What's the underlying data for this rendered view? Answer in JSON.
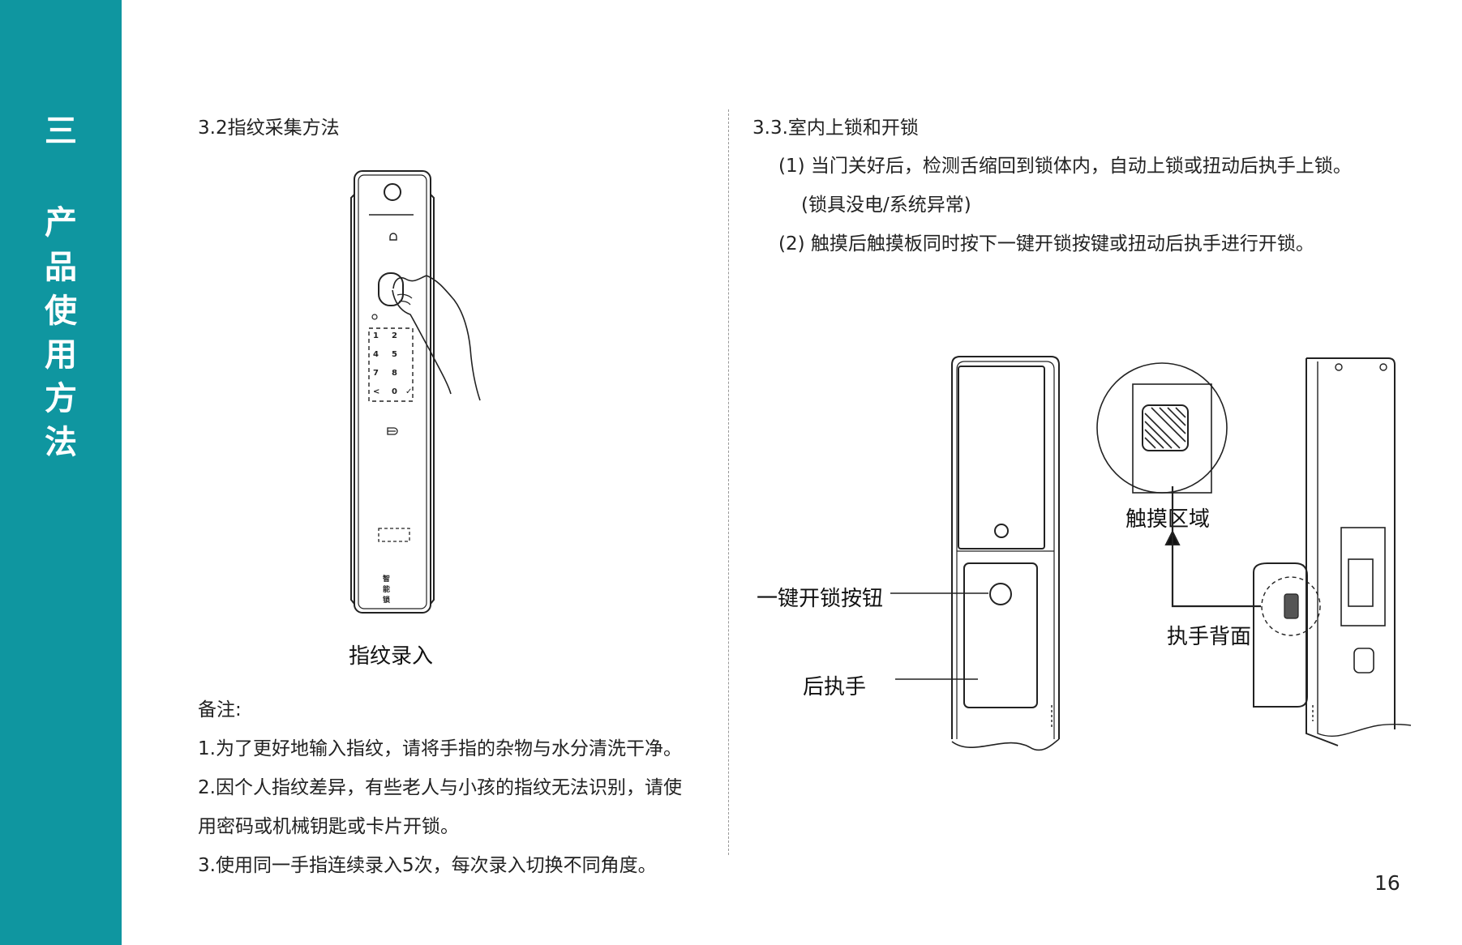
{
  "sidebar": {
    "title_chars": [
      "三",
      "产",
      "品",
      "使",
      "用",
      "方",
      "法"
    ],
    "color": "#0f96a0"
  },
  "left": {
    "heading": "3.2指纹采集方法",
    "figure_caption": "指纹录入",
    "keypad_keys": [
      "1",
      "2",
      "4",
      "5",
      "7",
      "8",
      "<",
      "0",
      "✓"
    ],
    "brand_mark": "智能锁",
    "notes_title": "备注:",
    "notes": [
      "1.为了更好地输入指纹，请将手指的杂物与水分清洗干净。",
      "2.因个人指纹差异，有些老人与小孩的指纹无法识别，请使",
      "用密码或机械钥匙或卡片开锁。",
      "3.使用同一手指连续录入5次，每次录入切换不同角度。"
    ]
  },
  "right": {
    "heading": "3.3.室内上锁和开锁",
    "items": [
      "(1) 当门关好后，检测舌缩回到锁体内，自动上锁或扭动后执手上锁。",
      "(锁具没电/系统异常)",
      "(2) 触摸后触摸板同时按下一键开锁按键或扭动后执手进行开锁。"
    ],
    "labels": {
      "one_key": "一键开锁按钮",
      "rear_handle": "后执手",
      "touch_area": "触摸区域",
      "handle_back": "执手背面"
    }
  },
  "page_number": "16"
}
